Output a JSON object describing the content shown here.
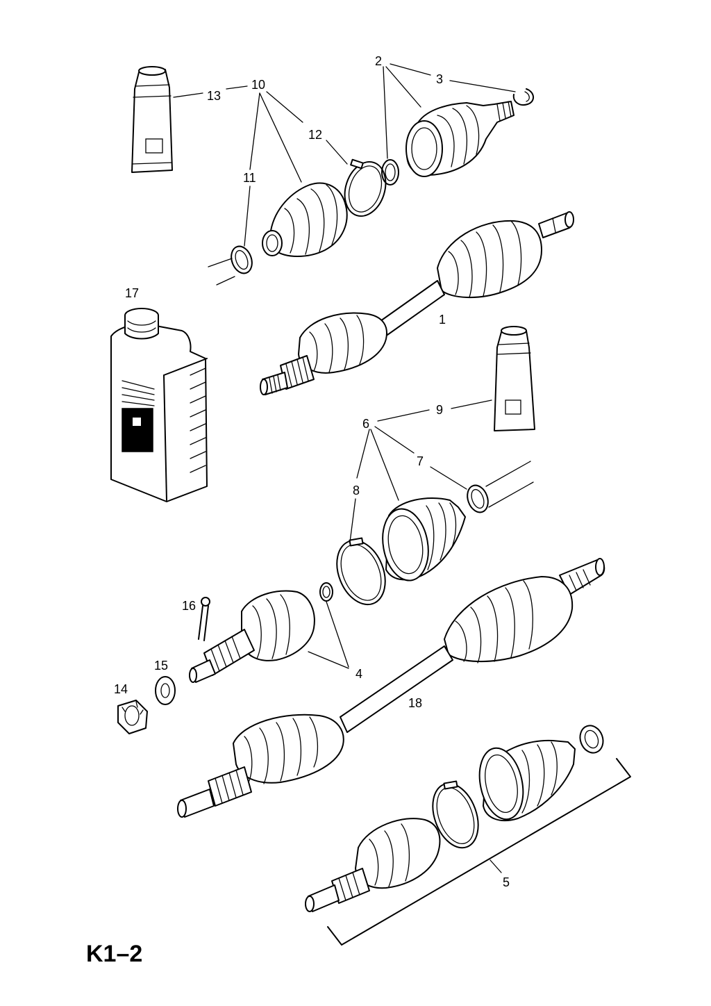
{
  "diagram": {
    "page_code": "K1–2",
    "callouts": [
      {
        "id": "c1",
        "text": "1"
      },
      {
        "id": "c2",
        "text": "2"
      },
      {
        "id": "c3",
        "text": "3"
      },
      {
        "id": "c4",
        "text": "4"
      },
      {
        "id": "c5",
        "text": "5"
      },
      {
        "id": "c6",
        "text": "6"
      },
      {
        "id": "c7",
        "text": "7"
      },
      {
        "id": "c8",
        "text": "8"
      },
      {
        "id": "c9",
        "text": "9"
      },
      {
        "id": "c10",
        "text": "10"
      },
      {
        "id": "c11",
        "text": "11"
      },
      {
        "id": "c12",
        "text": "12"
      },
      {
        "id": "c13",
        "text": "13"
      },
      {
        "id": "c14",
        "text": "14"
      },
      {
        "id": "c15",
        "text": "15"
      },
      {
        "id": "c16",
        "text": "16"
      },
      {
        "id": "c17",
        "text": "17"
      },
      {
        "id": "c18",
        "text": "18"
      }
    ]
  }
}
